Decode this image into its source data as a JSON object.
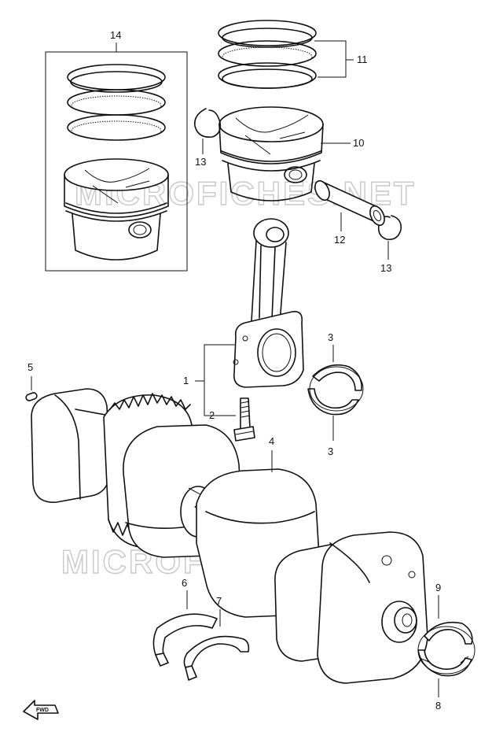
{
  "watermark": "MICROFICHES.NET",
  "fwd_label": "FWD",
  "callouts": {
    "c1": "1",
    "c2": "2",
    "c3a": "3",
    "c3b": "3",
    "c4": "4",
    "c5": "5",
    "c6": "6",
    "c7": "7",
    "c8": "8",
    "c9": "9",
    "c10": "10",
    "c11": "11",
    "c12": "12",
    "c13a": "13",
    "c13b": "13",
    "c14": "14"
  }
}
